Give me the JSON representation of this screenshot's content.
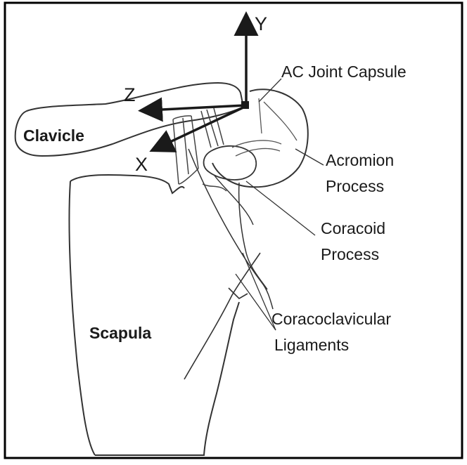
{
  "axes": {
    "y_label": "Y",
    "z_label": "Z",
    "x_label": "X"
  },
  "labels": {
    "clavicle": "Clavicle",
    "scapula": "Scapula",
    "ac_joint": "AC Joint Capsule",
    "acromion_line1": "Acromion",
    "acromion_line2": "Process",
    "coracoid_line1": "Coracoid",
    "coracoid_line2": "Process",
    "coracoclavicular_line1": "Coracoclavicular",
    "coracoclavicular_line2": "Ligaments"
  },
  "colors": {
    "ink": "#1a1a1a",
    "frame": "#000000",
    "background": "#ffffff"
  }
}
